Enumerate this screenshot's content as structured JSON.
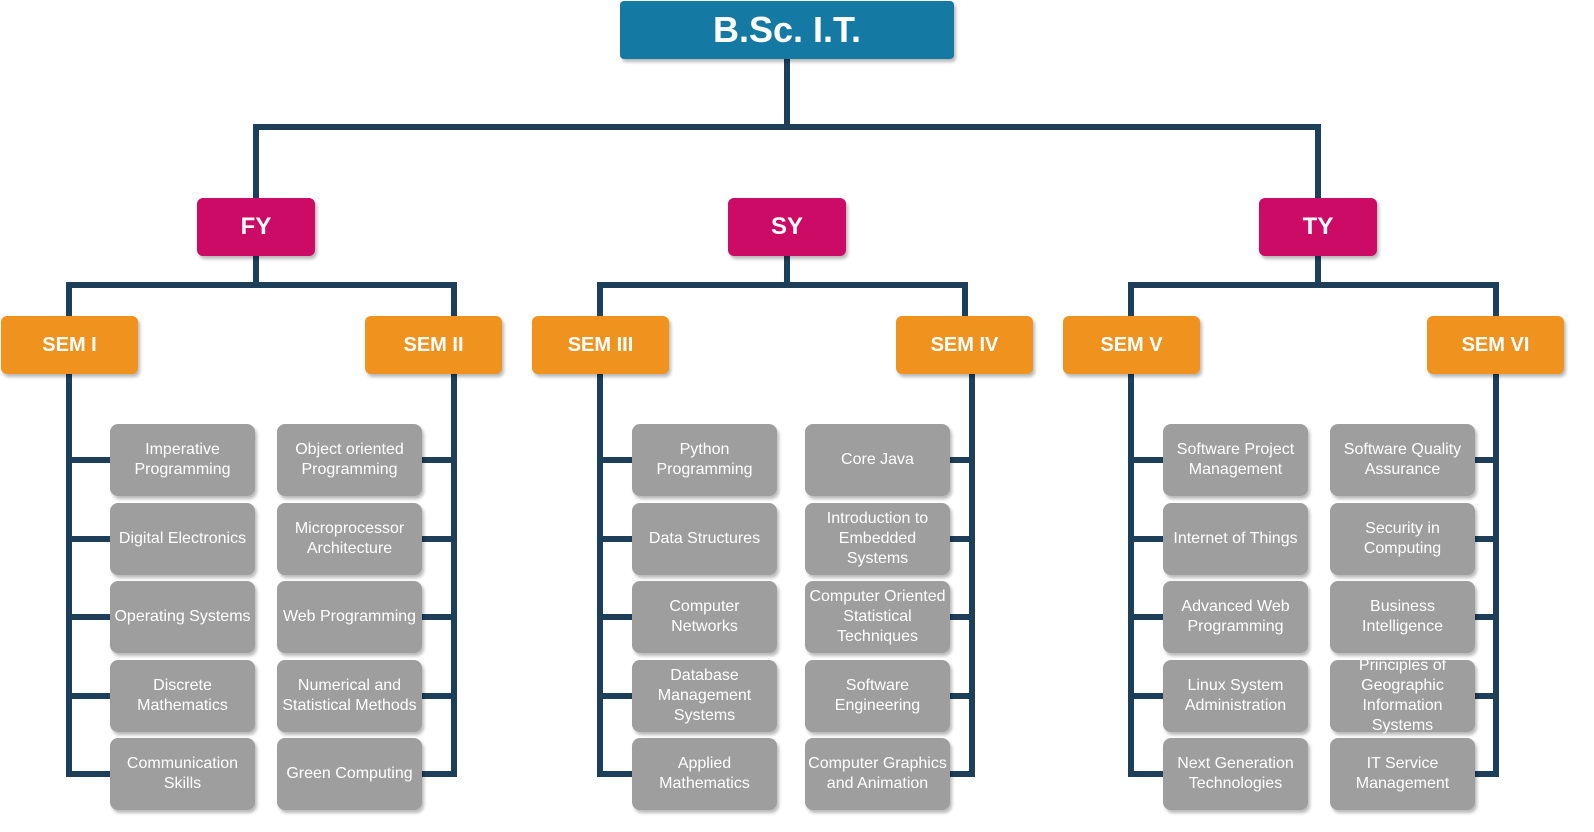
{
  "root": "B.Sc. I.T.",
  "years": [
    {
      "label": "FY",
      "semesters": [
        {
          "label": "SEM I",
          "courses": [
            "Imperative Programming",
            "Digital Electronics",
            "Operating Systems",
            "Discrete Mathematics",
            "Communication Skills"
          ]
        },
        {
          "label": "SEM II",
          "courses": [
            "Object oriented Programming",
            "Microprocessor Architecture",
            "Web Programming",
            "Numerical and Statistical Methods",
            "Green Computing"
          ]
        }
      ]
    },
    {
      "label": "SY",
      "semesters": [
        {
          "label": "SEM III",
          "courses": [
            "Python Programming",
            "Data Structures",
            "Computer Networks",
            "Database Management Systems",
            "Applied Mathematics"
          ]
        },
        {
          "label": "SEM IV",
          "courses": [
            "Core Java",
            "Introduction to Embedded Systems",
            "Computer Oriented Statistical Techniques",
            "Software Engineering",
            "Computer Graphics and Animation"
          ]
        }
      ]
    },
    {
      "label": "TY",
      "semesters": [
        {
          "label": "SEM V",
          "courses": [
            "Software Project Management",
            "Internet of Things",
            "Advanced Web Programming",
            "Linux System Administration",
            "Next Generation Technologies"
          ]
        },
        {
          "label": "SEM VI",
          "courses": [
            "Software Quality Assurance",
            "Security in Computing",
            "Business Intelligence",
            "Principles of Geographic Information Systems",
            "IT Service Management"
          ]
        }
      ]
    }
  ],
  "colors": {
    "root": "#1479a3",
    "year": "#cc0b66",
    "semester": "#f0931e",
    "course": "#9e9e9e",
    "connector": "#1e3f5a"
  }
}
